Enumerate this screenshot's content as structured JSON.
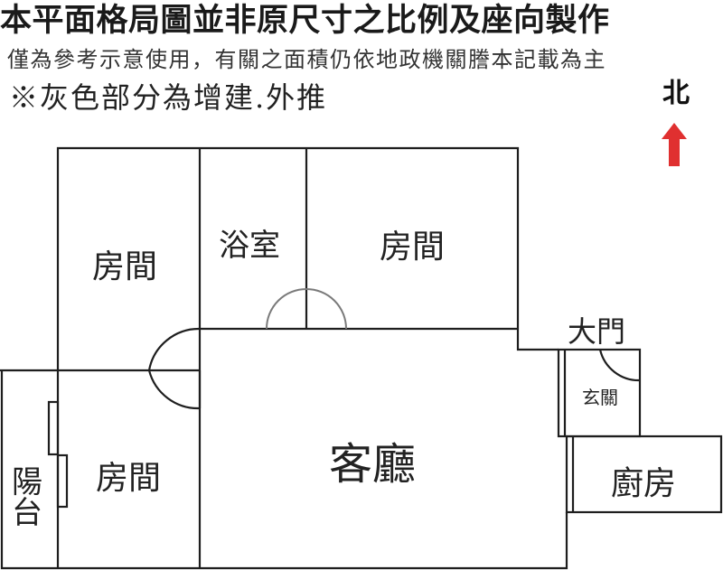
{
  "header": {
    "title": "本平面格局圖並非原尺寸之比例及座向製作",
    "disclaimer": "僅為參考示意使用，有關之面積仍依地政機關謄本記載為主",
    "note": "※灰色部分為增建.外推"
  },
  "compass": {
    "label": "北",
    "arrow_color": "#e03030"
  },
  "rooms": {
    "bedroom_top_left": "房間",
    "bathroom": "浴室",
    "bedroom_top_right": "房間",
    "main_door": "大門",
    "entrance": "玄關",
    "living_room": "客廳",
    "balcony_line1": "陽",
    "balcony_line2": "台",
    "bedroom_bottom_left": "房間",
    "kitchen": "廚房"
  },
  "colors": {
    "wall": "#1e1e1e",
    "door_arc_light": "#7a7a7a",
    "background": "#ffffff"
  }
}
